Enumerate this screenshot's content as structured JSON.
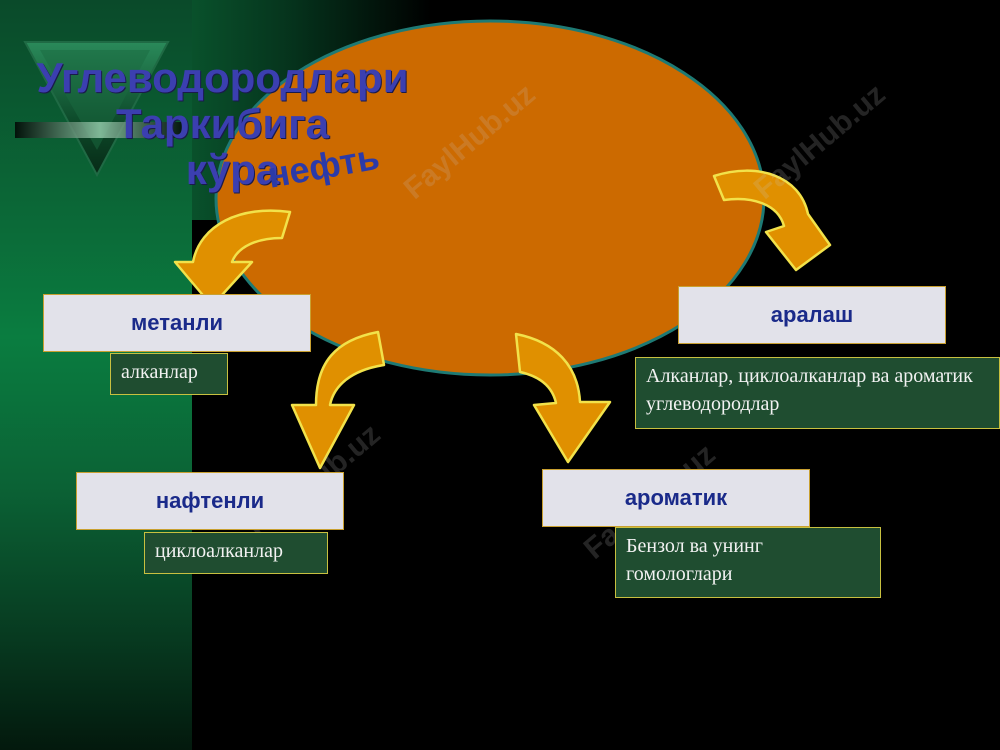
{
  "slide": {
    "title_lines": [
      "Углеводородлари",
      "Таркибига",
      "кўра"
    ],
    "center_label": "нефть",
    "watermark": "FaylHub.uz"
  },
  "categories": [
    {
      "id": "metan",
      "label": "метанли",
      "description": "алканлар"
    },
    {
      "id": "naften",
      "label": "нафтенли",
      "description": "циклоалканлар"
    },
    {
      "id": "aralash",
      "label": "аралаш",
      "description": "Алканлар, циклоалканлар ва ароматик углеводородлар"
    },
    {
      "id": "aromatik",
      "label": "ароматик",
      "description": "Бензол ва унинг гомологлари"
    }
  ],
  "colors": {
    "ellipse_fill": "#cc6a00",
    "ellipse_stroke": "#1e7a74",
    "arrow_fill": "#e09000",
    "arrow_stroke": "#f2e24a",
    "title_color": "#3b3fb0",
    "box_fill": "#e2e2ea",
    "desc_fill": "#1f4d30"
  }
}
